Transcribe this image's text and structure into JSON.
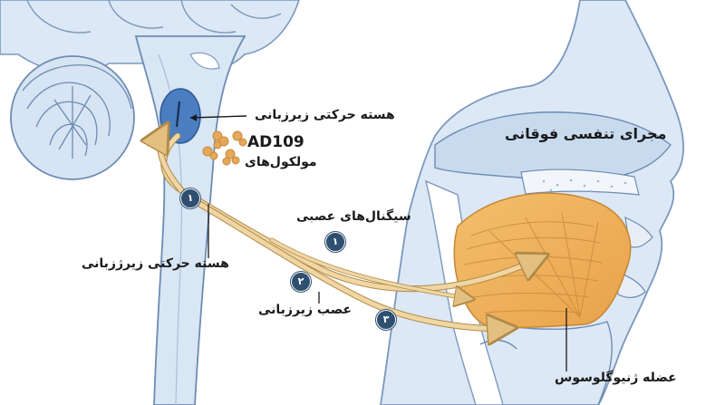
{
  "labels": {
    "nucleus_top": "هسته حرکتی زیرزبانی",
    "ad109": "AD109",
    "molecules": "مولکول‌های",
    "upper_airway": "مجرای تنفسی فوقانی",
    "neural_signals": "سیگنال‌های عصبی",
    "nucleus_left": "هسته حرکتی زیرژزبانی",
    "nerve": "عصب زیرزبانی",
    "muscle": "عضله ژنیوگلوسوس"
  },
  "badges": {
    "b1_left": "۱",
    "b1_mid": "۱",
    "b2": "۲",
    "b3": "۳"
  },
  "colors": {
    "tissue_blue": "#cfdff0",
    "outline_blue": "#5d7fa8",
    "nucleus_blue": "#4a7ec0",
    "molecule_orange": "#e4a85a",
    "muscle_orange": "#f0b35a",
    "nerve_tan": "#e8c98e",
    "badge_navy": "#2f4f6f"
  }
}
